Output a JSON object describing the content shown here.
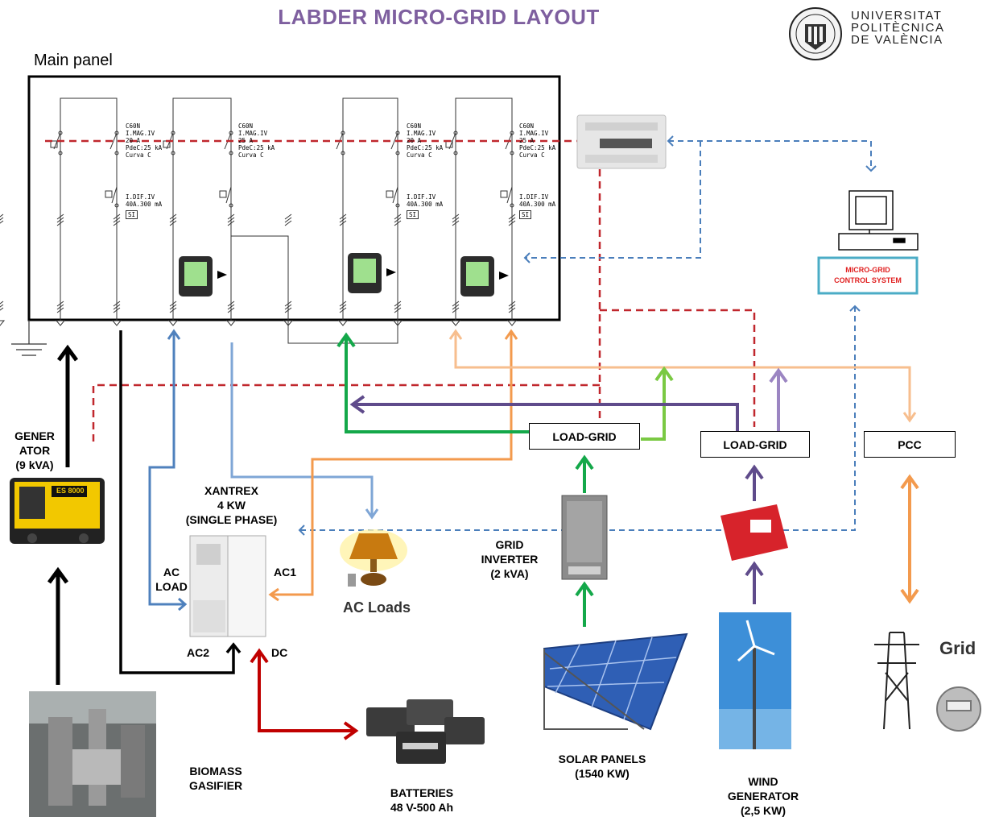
{
  "title": "LABDER MICRO-GRID LAYOUT",
  "university": {
    "line1": "UNIVERSITAT",
    "line2": "POLITÈCNICA",
    "line3": "DE VALÈNCIA"
  },
  "main_panel_label": "Main panel",
  "breakers": [
    {
      "l1": "C60N",
      "l2": "I.MAG.IV",
      "l3": "20 A",
      "l4": "PdeC:25 kA",
      "l5": "Curva C"
    },
    {
      "l1": "C60N",
      "l2": "I.MAG.IV",
      "l3": "25 A",
      "l4": "PdeC:25 kA",
      "l5": "Curva C"
    },
    {
      "l1": "C60N",
      "l2": "I.MAG.IV",
      "l3": "20 A",
      "l4": "PdeC:25 kA",
      "l5": "Curva C"
    },
    {
      "l1": "C60N",
      "l2": "I.MAG.IV",
      "l3": "25 A",
      "l4": "PdeC:25 kA",
      "l5": "Curva C"
    }
  ],
  "rcds": [
    {
      "l1": "I.DIF.IV",
      "l2": "40A.300 mA",
      "l3": "SI"
    },
    {
      "l1": "I.DIF.IV",
      "l2": "40A.300 mA",
      "l3": "SI"
    },
    {
      "l1": "I.DIF.IV",
      "l2": "40A.300 mA",
      "l3": "SI"
    }
  ],
  "control_system": {
    "line1": "MICRO-GRID",
    "line2": "CONTROL SYSTEM"
  },
  "generator": {
    "line1": "GENER",
    "line2": "ATOR",
    "line3": "(9 kVA)",
    "badge": "ES 8000"
  },
  "xantrex": {
    "line1": "XANTREX",
    "line2": "4 KW",
    "line3": "(SINGLE PHASE)"
  },
  "ports": {
    "ac_load_1": "AC",
    "ac_load_2": "LOAD",
    "ac1": "AC1",
    "ac2": "AC2",
    "dc": "DC"
  },
  "ac_loads": "AC Loads",
  "grid_inverter": {
    "line1": "GRID",
    "line2": "INVERTER",
    "line3": "(2 kVA)"
  },
  "load_grid_1": "LOAD-GRID",
  "load_grid_2": "LOAD-GRID",
  "pcc": "PCC",
  "grid": "Grid",
  "biomass": {
    "line1": "BIOMASS",
    "line2": "GASIFIER"
  },
  "batteries": {
    "line1": "BATTERIES",
    "line2": "48 V-500 Ah"
  },
  "solar": {
    "line1": "SOLAR PANELS",
    "line2": "(1540 KW)"
  },
  "wind": {
    "line1": "WIND",
    "line2": "GENERATOR",
    "line3": "(2,5 KW)"
  },
  "colors": {
    "title": "#7e5f9f",
    "red_dash": "#c0272d",
    "blue_dash": "#4a7ebb",
    "black": "#000000",
    "blue": "#4f81bd",
    "light_blue": "#7fa6d6",
    "green": "#14a84a",
    "light_green": "#7ac943",
    "purple": "#5f4b8b",
    "light_purple": "#9b85c2",
    "orange": "#f39a4d",
    "light_orange": "#f7be8e",
    "dark_red": "#c00000",
    "control_border": "#4bacc6",
    "control_text": "#e02020"
  }
}
